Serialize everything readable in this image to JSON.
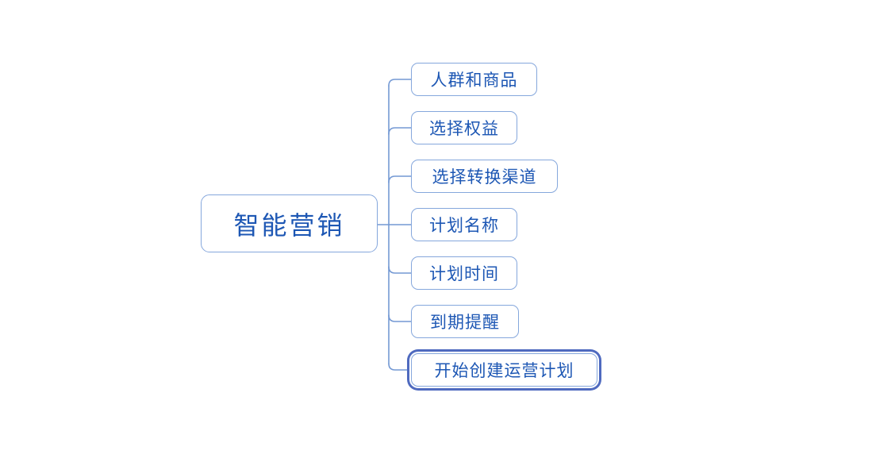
{
  "diagram": {
    "type": "mindmap",
    "root": {
      "label": "智能营销"
    },
    "children": [
      {
        "label": "人群和商品",
        "selected": false
      },
      {
        "label": "选择权益",
        "selected": false
      },
      {
        "label": "选择转换渠道",
        "selected": false
      },
      {
        "label": "计划名称",
        "selected": false
      },
      {
        "label": "计划时间",
        "selected": false
      },
      {
        "label": "到期提醒",
        "selected": false
      },
      {
        "label": "开始创建运营计划",
        "selected": true
      }
    ],
    "colors": {
      "node_border": "#85a7dc",
      "connector_line": "#7499d4",
      "text": "#1d57b4",
      "selection_outline": "#4f6abf",
      "background": "#ffffff"
    }
  }
}
